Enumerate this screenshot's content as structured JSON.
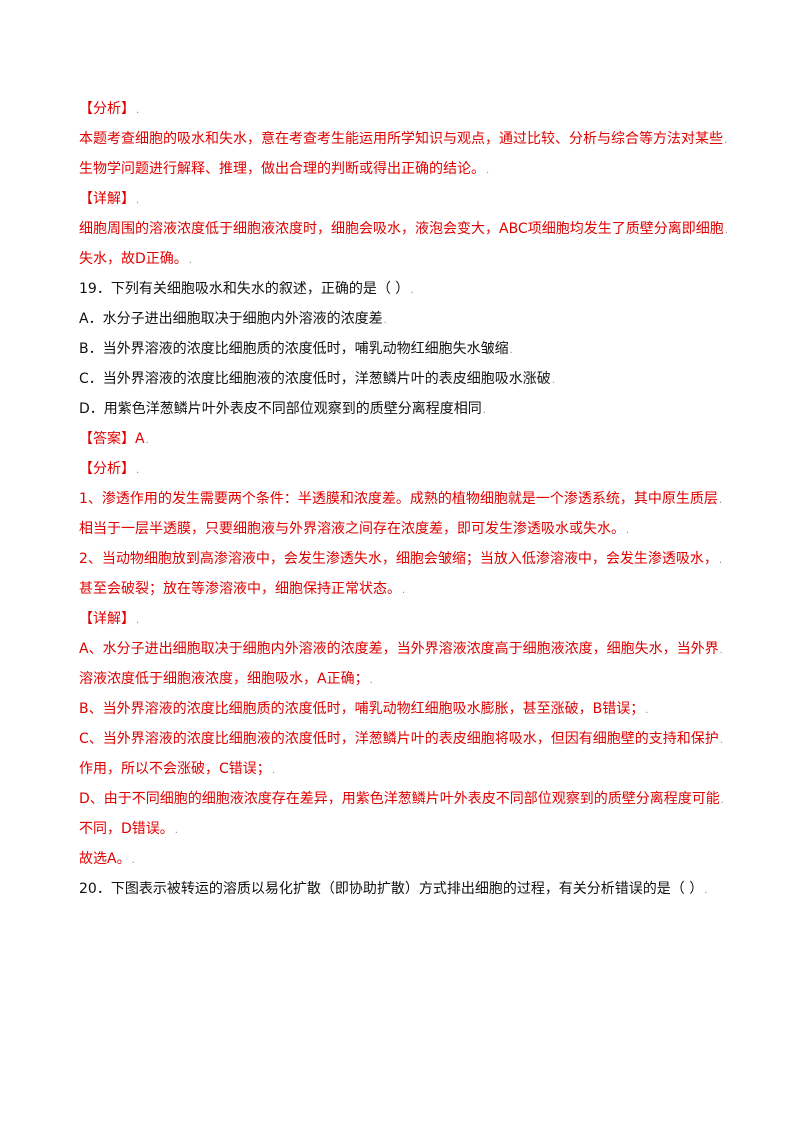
{
  "paragraph_mark": ".",
  "lines": [
    {
      "text": "【分析】",
      "color": "red",
      "indent": 0
    },
    {
      "text": "本题考查细胞的吸水和失水，意在考查考生能运用所学知识与观点，通过比较、分析与综合等方法对某些",
      "color": "red",
      "indent": 0
    },
    {
      "text": "生物学问题进行解释、推理，做出合理的判断或得出正确的结论。",
      "color": "red",
      "indent": 0
    },
    {
      "text": "【详解】",
      "color": "red",
      "indent": 0
    },
    {
      "text": "细胞周围的溶液浓度低于细胞液浓度时，细胞会吸水，液泡会变大，ABC项细胞均发生了质壁分离即细胞",
      "color": "red",
      "indent": 0
    },
    {
      "text": "失水，故D正确。",
      "color": "red",
      "indent": 0
    },
    {
      "text": "19．下列有关细胞吸水和失水的叙述，正确的是（    ）",
      "color": "black",
      "indent": 0
    },
    {
      "text": "A．水分子进出细胞取决于细胞内外溶液的浓度差",
      "color": "black",
      "indent": 0
    },
    {
      "text": "B．当外界溶液的浓度比细胞质的浓度低时，哺乳动物红细胞失水皱缩",
      "color": "black",
      "indent": 0
    },
    {
      "text": "C．当外界溶液的浓度比细胞液的浓度低时，洋葱鳞片叶的表皮细胞吸水涨破",
      "color": "black",
      "indent": 0
    },
    {
      "text": "D．用紫色洋葱鳞片叶外表皮不同部位观察到的质壁分离程度相同",
      "color": "black",
      "indent": 0
    },
    {
      "text": "【答案】A",
      "color": "red",
      "indent": 0
    },
    {
      "text": "【分析】",
      "color": "red",
      "indent": 0
    },
    {
      "text": "1、渗透作用的发生需要两个条件：半透膜和浓度差。成熟的植物细胞就是一个渗透系统，其中原生质层",
      "color": "red",
      "indent": 0
    },
    {
      "text": "相当于一层半透膜，只要细胞液与外界溶液之间存在浓度差，即可发生渗透吸水或失水。",
      "color": "red",
      "indent": 0
    },
    {
      "text": "2、当动物细胞放到高渗溶液中，会发生渗透失水，细胞会皱缩；当放入低渗溶液中，会发生渗透吸水，",
      "color": "red",
      "indent": 0
    },
    {
      "text": "甚至会破裂；放在等渗溶液中，细胞保持正常状态。",
      "color": "red",
      "indent": 0
    },
    {
      "text": "【详解】",
      "color": "red",
      "indent": 0
    },
    {
      "text": "A、水分子进出细胞取决于细胞内外溶液的浓度差，当外界溶液浓度高于细胞液浓度，细胞失水，当外界",
      "color": "red",
      "indent": 0
    },
    {
      "text": "溶液浓度低于细胞液浓度，细胞吸水，A正确；",
      "color": "red",
      "indent": 0
    },
    {
      "text": "B、当外界溶液的浓度比细胞质的浓度低时，哺乳动物红细胞吸水膨胀，甚至涨破，B错误；",
      "color": "red",
      "indent": 0
    },
    {
      "text": "C、当外界溶液的浓度比细胞液的浓度低时，洋葱鳞片叶的表皮细胞将吸水，但因有细胞壁的支持和保护",
      "color": "red",
      "indent": 0
    },
    {
      "text": "作用，所以不会涨破，C错误；",
      "color": "red",
      "indent": 0
    },
    {
      "text": "D、由于不同细胞的细胞液浓度存在差异，用紫色洋葱鳞片叶外表皮不同部位观察到的质壁分离程度可能",
      "color": "red",
      "indent": 0
    },
    {
      "text": "不同，D错误。",
      "color": "red",
      "indent": 0
    },
    {
      "text": "故选A。",
      "color": "red",
      "indent": 0
    },
    {
      "text": "20．下图表示被转运的溶质以易化扩散（即协助扩散）方式排出细胞的过程，有关分析错误的是（    ）",
      "color": "black",
      "indent": 0
    }
  ]
}
